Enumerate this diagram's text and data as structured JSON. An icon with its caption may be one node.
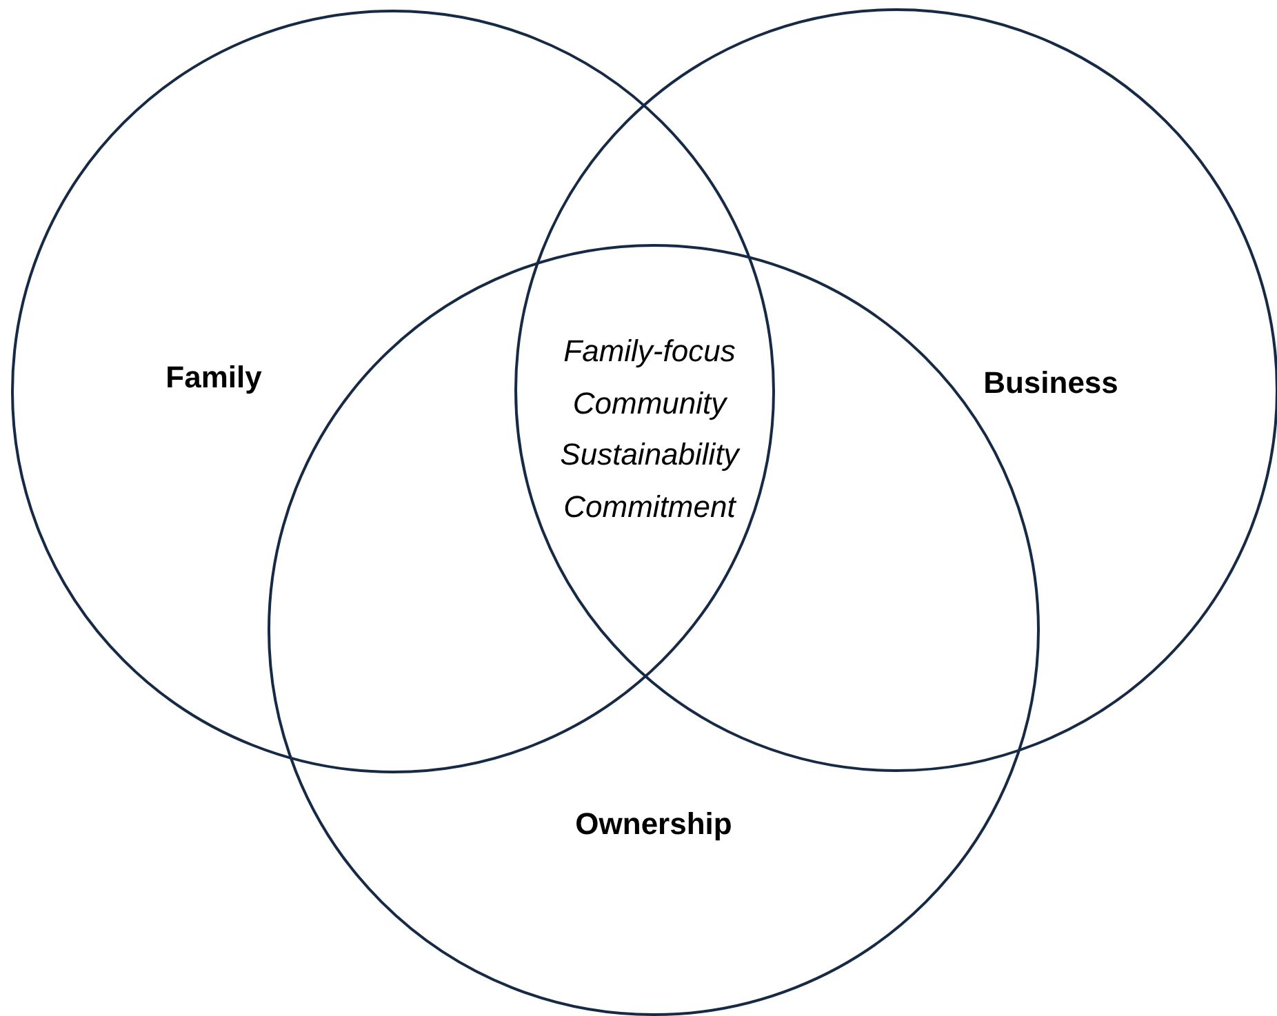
{
  "diagram": {
    "nodes": [
      {
        "text": [
          "Family"
        ]
      },
      {
        "text": [
          "Business"
        ]
      },
      {
        "text": [
          "Ownership"
        ]
      }
    ],
    "labels": [
      "Family-focus",
      "Community",
      "Sustainability",
      "Commitment"
    ]
  }
}
